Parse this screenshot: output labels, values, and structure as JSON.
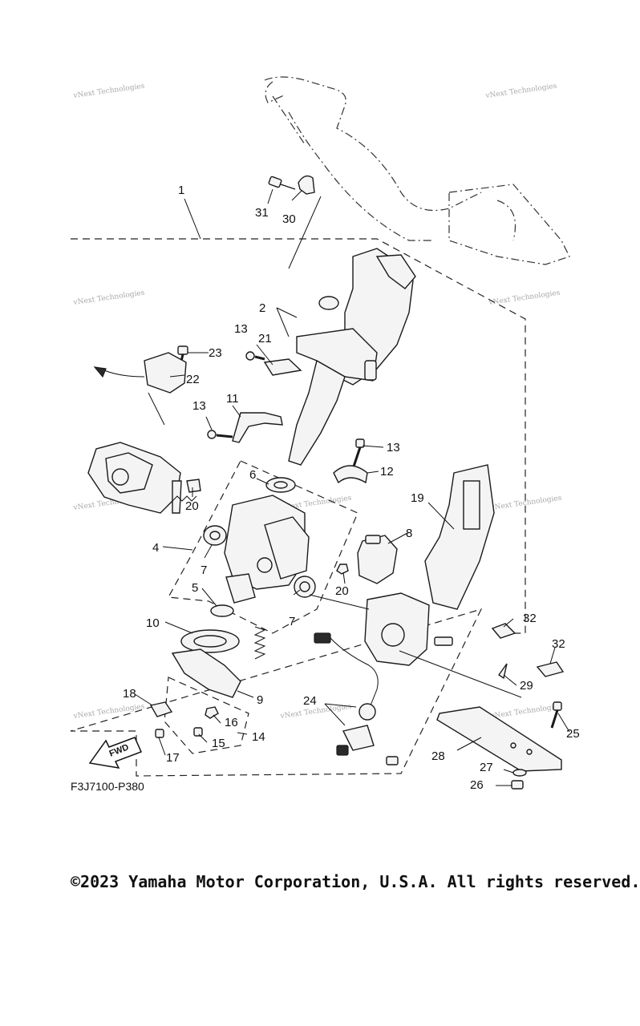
{
  "diagram": {
    "figure_code": "F3J7100-P380",
    "fwd_label": "FWD",
    "watermark_text": "vNext Technologies",
    "callouts": [
      "1",
      "2",
      "4",
      "5",
      "6",
      "7",
      "7",
      "8",
      "9",
      "10",
      "11",
      "12",
      "13",
      "13",
      "13",
      "14",
      "15",
      "16",
      "17",
      "18",
      "19",
      "20",
      "20",
      "21",
      "22",
      "23",
      "24",
      "25",
      "26",
      "27",
      "28",
      "29",
      "30",
      "31",
      "32",
      "32"
    ],
    "icons": [
      "fwd-arrow-icon"
    ]
  },
  "footer": {
    "copyright": "©2023 Yamaha Motor Corporation, U.S.A. All rights reserved."
  }
}
